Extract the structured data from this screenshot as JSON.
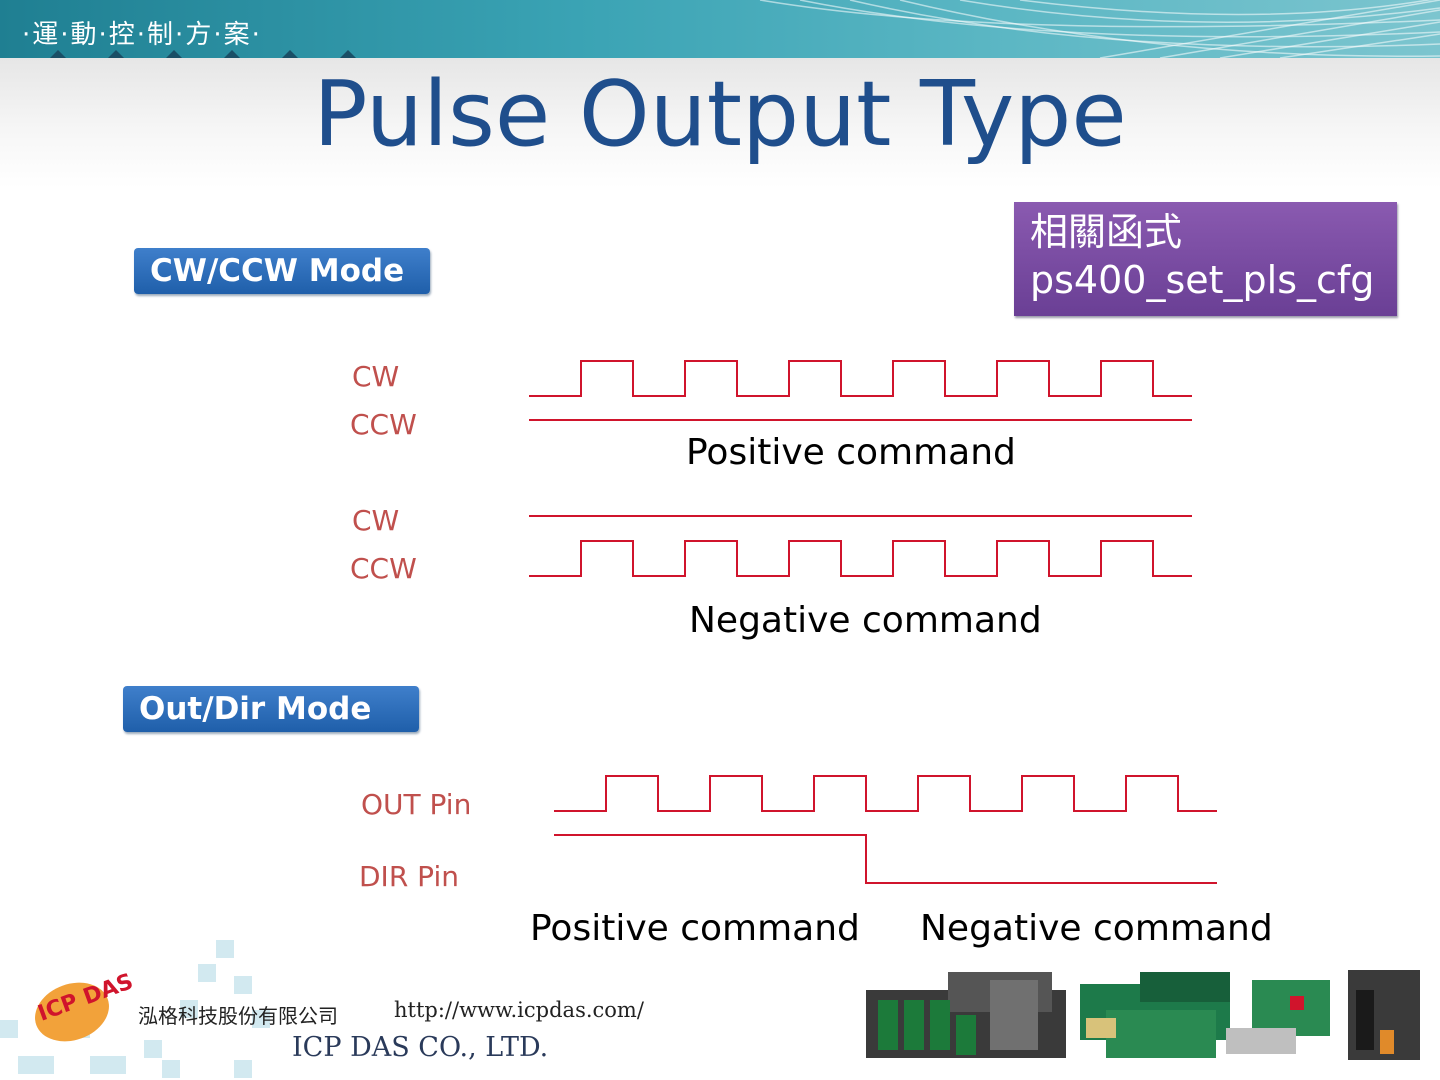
{
  "header": {
    "tagline": "·運·動·控·制·方·案·"
  },
  "title": "Pulse Output Type",
  "cwccw_mode": {
    "label": "CW/CCW Mode",
    "positive": {
      "cw_label": "CW",
      "ccw_label": "CCW",
      "caption": "Positive command"
    },
    "negative": {
      "cw_label": "CW",
      "ccw_label": "CCW",
      "caption": "Negative command"
    }
  },
  "outdir_mode": {
    "label": "Out/Dir Mode",
    "out_label": "OUT Pin",
    "dir_label": "DIR Pin",
    "positive_caption": "Positive command",
    "negative_caption": "Negative command"
  },
  "function_box": {
    "heading": "相關函式",
    "function_name": "ps400_set_pls_cfg"
  },
  "footer": {
    "logo_text": "ICP DAS",
    "company_zh": "泓格科技股份有限公司",
    "url": "http://www.icpdas.com/",
    "company_en": "ICP DAS CO., LTD."
  },
  "colors": {
    "banner": "#2b93a6",
    "title": "#1f4e8c",
    "mode_button": "#2a6bb9",
    "function_box": "#7a4ea5",
    "signal": "#c0504d",
    "waveform": "#d0142c"
  }
}
